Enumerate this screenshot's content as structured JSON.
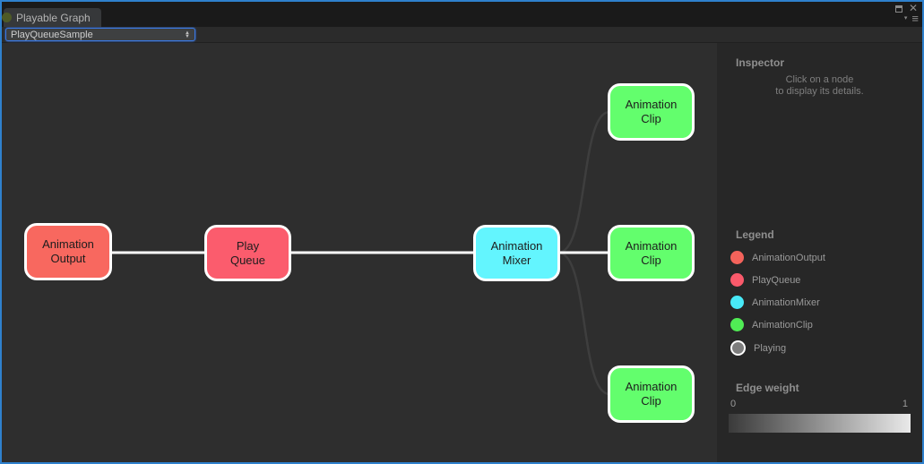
{
  "window": {
    "tab": "Playable Graph",
    "tab_icon_color": "#4e5a26",
    "controls": {
      "close_icon": "✕",
      "menu_icon": "≡",
      "menu_arrow_icon": "▾"
    }
  },
  "toolbar": {
    "graph_dropdown": {
      "value": "PlayQueueSample",
      "up_icon": "▲",
      "down_icon": "▼"
    }
  },
  "graph": {
    "nodes": [
      {
        "type": "AnimationOutput",
        "label": "Animation\nOutput",
        "color": "#f8685f"
      },
      {
        "type": "PlayQueue",
        "label": "Play\nQueue",
        "color": "#fb5c6d"
      },
      {
        "type": "AnimationMixer",
        "label": "Animation\nMixer",
        "color": "#63f5fe"
      },
      {
        "type": "AnimationClip",
        "label": "Animation\nClip",
        "color": "#63fe6d"
      },
      {
        "type": "AnimationClip",
        "label": "Animation\nClip",
        "color": "#63fe6d"
      },
      {
        "type": "AnimationClip",
        "label": "Animation\nClip",
        "color": "#63fe6d"
      }
    ],
    "edge_colors": {
      "weight_full": "#ffffff",
      "weight_low": "#3e3e3e"
    }
  },
  "inspector": {
    "title": "Inspector",
    "empty_line1": "Click on a node",
    "empty_line2": "to display its details."
  },
  "legend": {
    "title": "Legend",
    "items": [
      {
        "label": "AnimationOutput",
        "color": "#f4635b"
      },
      {
        "label": "PlayQueue",
        "color": "#fa5a6b"
      },
      {
        "label": "AnimationMixer",
        "color": "#48e9f7"
      },
      {
        "label": "AnimationClip",
        "color": "#50ec55"
      },
      {
        "label": "Playing",
        "color": "#7d7d7d"
      }
    ]
  },
  "edge_weight": {
    "title": "Edge weight",
    "min": "0",
    "max": "1",
    "gradient_css": "linear-gradient(to right, #3a3a3a, #e9e9e9)"
  }
}
